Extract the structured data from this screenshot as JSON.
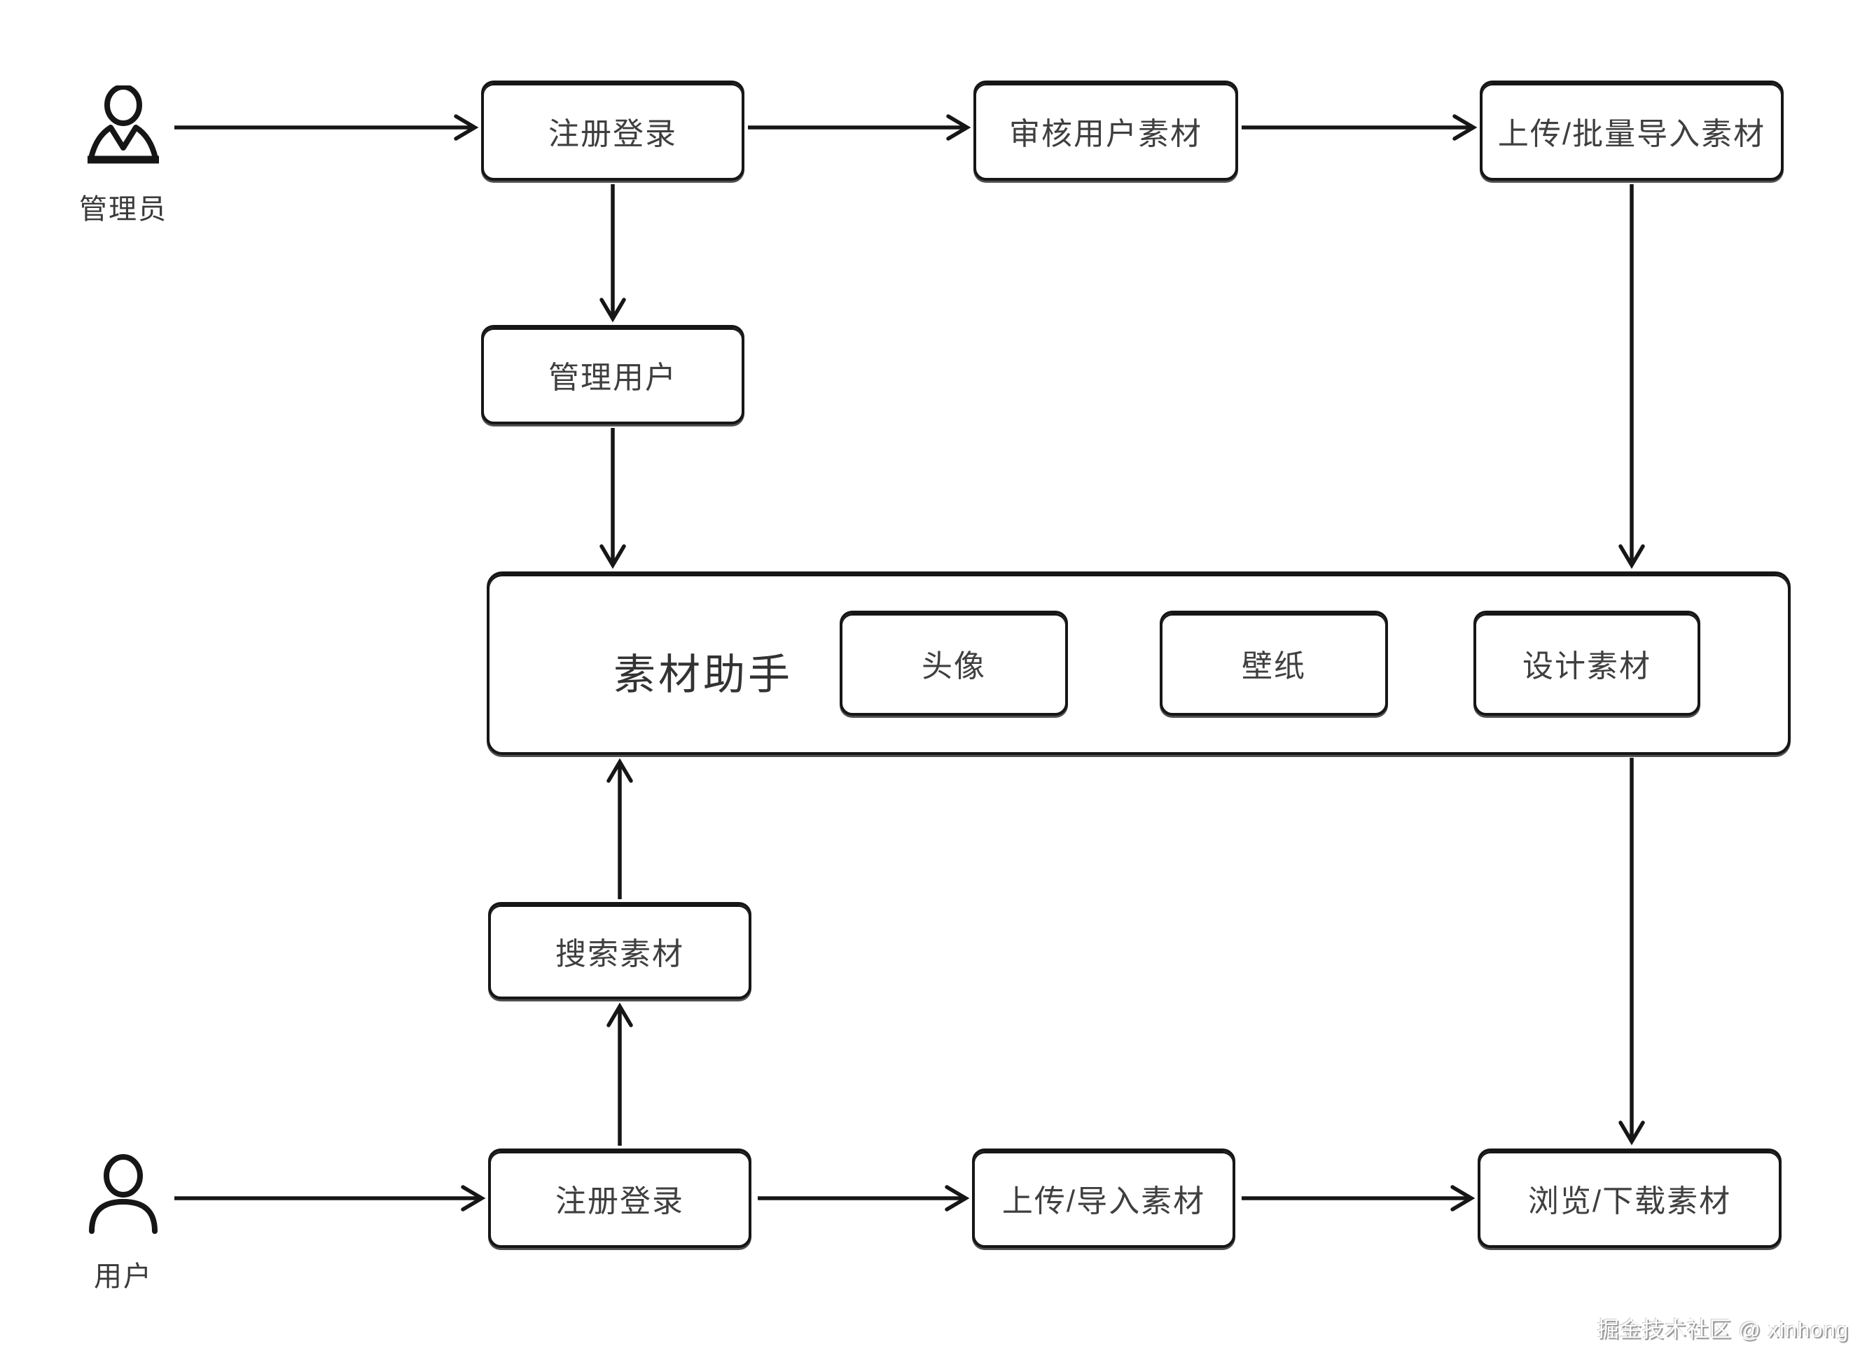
{
  "diagram": {
    "actors": {
      "admin": {
        "label": "管理员"
      },
      "user": {
        "label": "用户"
      }
    },
    "nodes": {
      "admin_register": {
        "label": "注册登录"
      },
      "review_materials": {
        "label": "审核用户素材"
      },
      "batch_upload": {
        "label": "上传/批量导入素材"
      },
      "manage_users": {
        "label": "管理用户"
      },
      "platform": {
        "label": "素材助手"
      },
      "avatar": {
        "label": "头像"
      },
      "wallpaper": {
        "label": "壁纸"
      },
      "design_assets": {
        "label": "设计素材"
      },
      "search_materials": {
        "label": "搜索素材"
      },
      "user_register": {
        "label": "注册登录"
      },
      "user_upload": {
        "label": "上传/导入素材"
      },
      "browse_download": {
        "label": "浏览/下载素材"
      }
    },
    "edges": [
      {
        "from": "admin",
        "to": "admin_register"
      },
      {
        "from": "admin_register",
        "to": "review_materials"
      },
      {
        "from": "review_materials",
        "to": "batch_upload"
      },
      {
        "from": "admin_register",
        "to": "manage_users"
      },
      {
        "from": "manage_users",
        "to": "platform"
      },
      {
        "from": "batch_upload",
        "to": "platform"
      },
      {
        "from": "search_materials",
        "to": "platform"
      },
      {
        "from": "user_register",
        "to": "search_materials"
      },
      {
        "from": "platform",
        "to": "browse_download"
      },
      {
        "from": "user",
        "to": "user_register"
      },
      {
        "from": "user_register",
        "to": "user_upload"
      },
      {
        "from": "user_upload",
        "to": "browse_download"
      }
    ],
    "watermark": "掘金技术社区 @ xinhong",
    "colors": {
      "stroke": "#161616",
      "text": "#3f3f3f",
      "background": "#ffffff"
    }
  }
}
